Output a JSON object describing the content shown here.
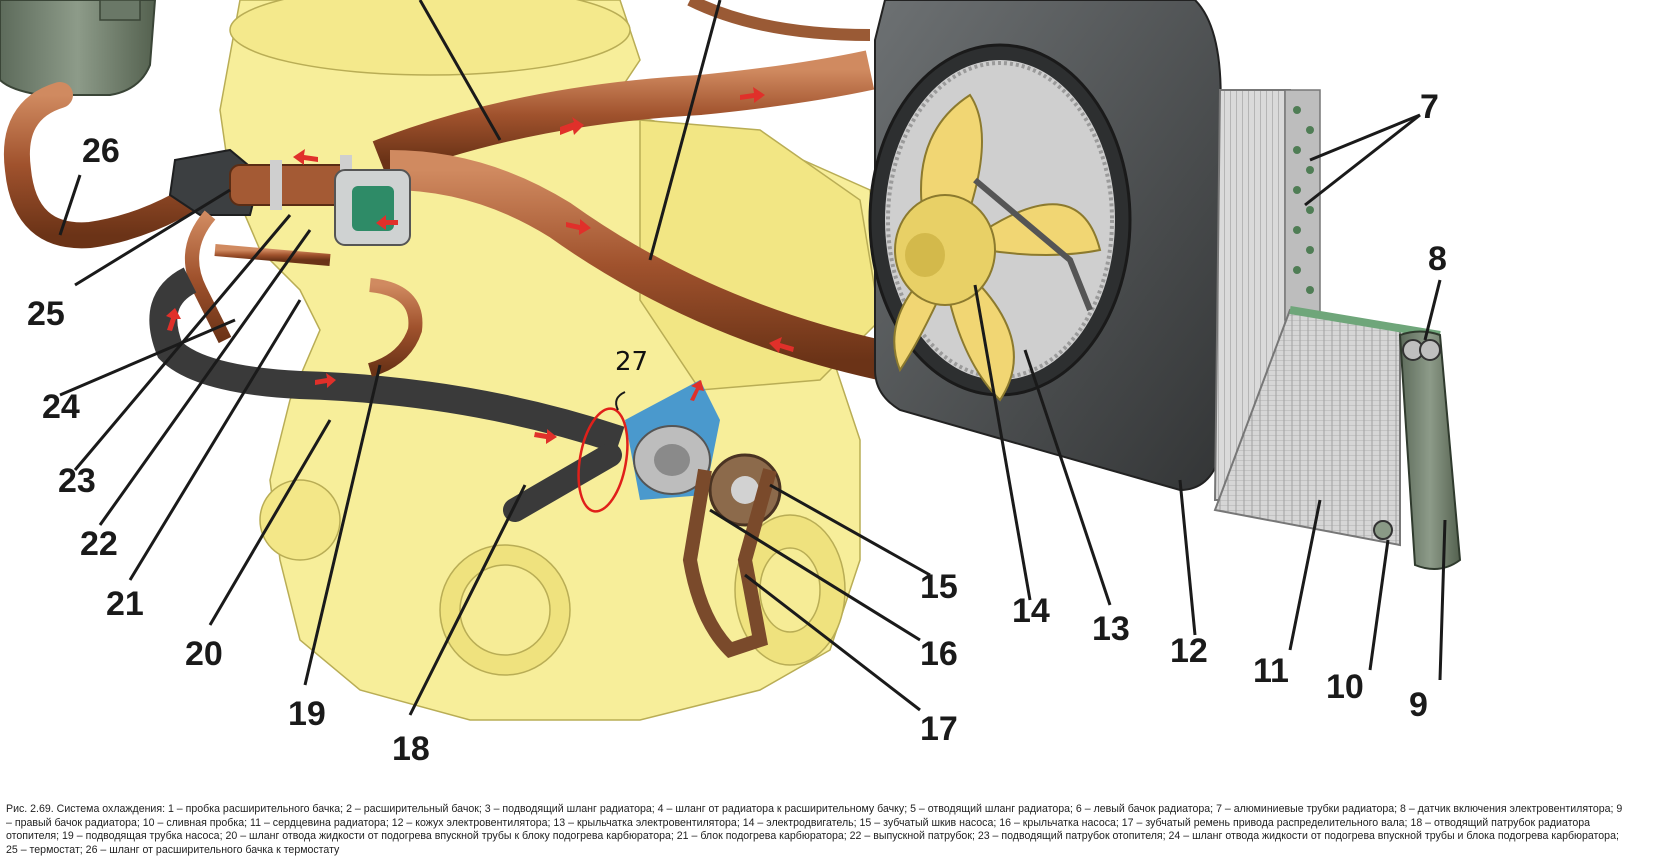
{
  "callouts": {
    "n7": "7",
    "n8": "8",
    "n9": "9",
    "n10": "10",
    "n11": "11",
    "n12": "12",
    "n13": "13",
    "n14": "14",
    "n15": "15",
    "n16": "16",
    "n17": "17",
    "n18": "18",
    "n19": "19",
    "n20": "20",
    "n21": "21",
    "n22": "22",
    "n23": "23",
    "n24": "24",
    "n25": "25",
    "n26": "26",
    "n27": "27"
  },
  "caption": "Рис. 2.69. Система охлаждения: 1 – пробка расширительного бачка; 2 – расширительный бачок; 3 – подводящий шланг радиатора; 4 – шланг от радиатора к расширительному бачку; 5 – отводящий шланг радиатора; 6 – левый бачок радиатора; 7 – алюминиевые трубки радиатора; 8 – датчик включения электровентилятора; 9 – правый бачок радиатора; 10 – сливная пробка; 11 – сердцевина радиатора; 12 – кожух электровентилятора; 13 – крыльчатка электровентилятора; 14 – электродвигатель; 15 – зубчатый шкив насоса; 16 – крыльчатка насоса; 17 – зубчатый ремень привода распределительного вала; 18 – отводящий патрубок радиатора отопителя; 19 – подводящая трубка насоса; 20 – шланг отвода жидкости от подогрева впускной трубы к блоку подогрева карбюратора; 21 – блок подогрева карбюратора; 22 – выпускной патрубок; 23 – подводящий патрубок отопителя; 24 – шланг отвода жидкости от подогрева впускной трубы и блока подогрева карбюратора; 25 – термостат; 26 – шланг от расширительного бачка к термостату",
  "colors": {
    "engine": "#f7ee9a",
    "hose": "#a0522d",
    "shroud": "#4a4d4f",
    "radiator_core": "#d9d9d9",
    "tank": "#7a8a78",
    "fan_blade": "#f1d673",
    "arrow": "#e0302a",
    "marker_circle": "#e0201a"
  }
}
